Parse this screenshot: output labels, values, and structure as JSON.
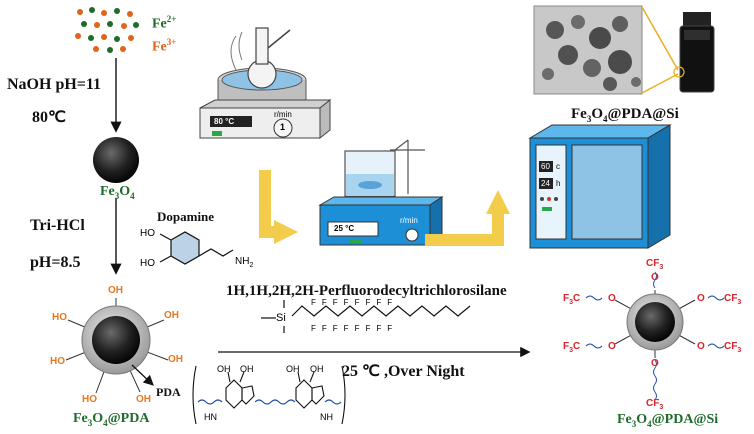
{
  "ions": {
    "fe2_base": "Fe",
    "fe2_sup": "2+",
    "fe3_base": "Fe",
    "fe3_sup": "3+"
  },
  "step1": {
    "condition": "NaOH  pH=11",
    "temp": "80℃"
  },
  "product1": {
    "base": "Fe",
    "sub1": "3",
    "mid": "O",
    "sub2": "4"
  },
  "step2": {
    "buffer": "Tri-HCl",
    "ph": "pH=8.5"
  },
  "dopamine": {
    "label": "Dopamine",
    "ho_top": "HO",
    "ho_bottom": "HO",
    "nh2": "NH",
    "nh2_sub": "2"
  },
  "pda_sphere": {
    "oh_top": "OH",
    "oh": "OH",
    "ho": "HO",
    "pda_label": "PDA"
  },
  "product2": {
    "base": "Fe",
    "sub1": "3",
    "mid": "O",
    "sub2": "4",
    "suffix": "@PDA"
  },
  "pda_structure": {
    "oh1": "OH",
    "oh2": "OH",
    "oh3": "OH",
    "oh4": "OH",
    "hn": "HN",
    "nh": "NH"
  },
  "hotplate1": {
    "display": "80 °C",
    "rpm_label": "r/min",
    "knob": "1"
  },
  "hotplate2": {
    "display": "25 °C",
    "rpm_label": "r/min"
  },
  "oven": {
    "temp_display": "60",
    "temp_unit": "c",
    "time_display": "24",
    "time_unit": "h"
  },
  "product3_top": {
    "base": "Fe",
    "sub1": "3",
    "mid": "O",
    "sub2": "4",
    "suffix": "@PDA@Si"
  },
  "silane": {
    "name": "1H,1H,2H,2H-Perfluorodecyltrichlorosilane",
    "si": "Si",
    "f": "F"
  },
  "reaction": {
    "conditions": "25 ℃ ,Over Night"
  },
  "fluoro_sphere": {
    "cf3": "CF",
    "cf3_sub": "3",
    "f3c": "F",
    "f3c_sub": "3",
    "f3c_c": "C",
    "o": "O"
  },
  "product3": {
    "base": "Fe",
    "sub1": "3",
    "mid": "O",
    "sub2": "4",
    "suffix": "@PDA@Si"
  },
  "colors": {
    "ion_fe2": "#1e6b2a",
    "ion_fe3": "#e2631a",
    "oh": "#e87820",
    "wavy": "#2050a8",
    "arrow_yellow": "#f2cc4a",
    "device_blue": "#1c8fd6"
  }
}
